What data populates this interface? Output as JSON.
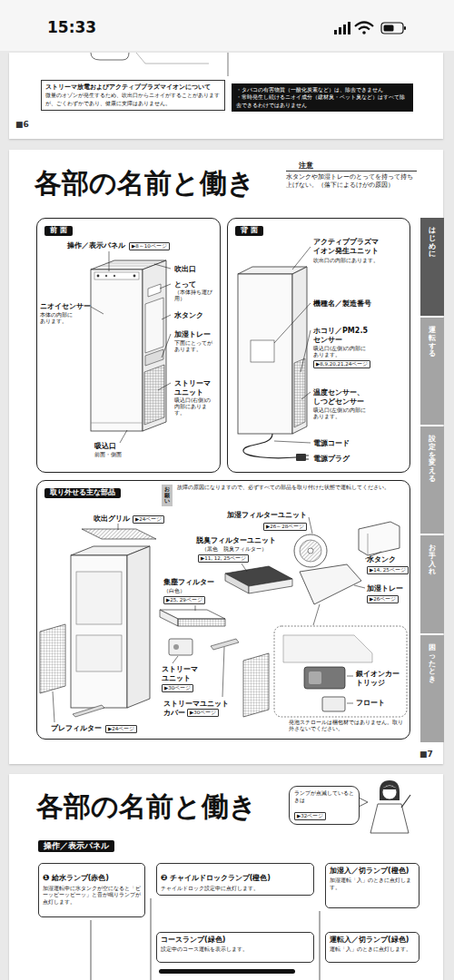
{
  "diagram": {
    "title": "各部の名前と働き",
    "nodes": [
      {
        "text": [
          "ストリーマ放電およびアクティブプラズマイオンについて",
          "微量のオゾンが発生するため、吹出口からニオイがすることがありますが、ごくわずかであり、健康に支障はありません。"
        ]
      },
      {
        "text": [
          "・タバコの有害物質（一酸化炭素など）は、除去できません",
          "・常時発生し続けるニオイ成分（建材臭・ペット臭など）はすべて除去できるわけではありません"
        ]
      },
      {
        "text": [
          "注意",
          "水タンクや加湿トレーのとってを持って持ち上げない。（落下によるけがの原因）"
        ]
      },
      {
        "text": [
          "前 面"
        ]
      },
      {
        "text": [
          "背 面"
        ]
      },
      {
        "text": [
          "取り外せる主な部品"
        ]
      },
      {
        "text": [
          "お願い",
          "故障の原因になりますので、必ずすべての部品を取り付けた状態で運転してください。"
        ],
        "in": 5
      },
      {
        "text": [
          "はじめに"
        ]
      },
      {
        "text": [
          "運転する"
        ]
      },
      {
        "text": [
          "設定を変える"
        ]
      },
      {
        "text": [
          "お手入れ"
        ]
      },
      {
        "text": [
          "困ったとき"
        ]
      },
      {
        "text": [
          "ランプが点滅しているときは",
          "▶32ページ"
        ]
      },
      {
        "text": [
          "操作／表示パネル"
        ]
      },
      {
        "text": [
          "❶",
          "給水ランプ(赤色)",
          "加湿運転中に水タンクが空になると「ピーッピーッピーッ」と音が鳴りランプが点灯します。"
        ]
      },
      {
        "text": [
          "❷",
          "チャイルドロックランプ(橙色)",
          "チャイルドロック設定中に点灯します。"
        ]
      },
      {
        "text": [
          "加湿入／切ランプ(橙色)",
          "加湿運転「入」のときに点灯します。"
        ]
      },
      {
        "text": [
          "コースランプ(緑色)",
          "設定中のコース運転を表示します。"
        ]
      },
      {
        "text": [
          "運転入／切ランプ(緑色)",
          "運転「入」のときに点灯します。"
        ]
      }
    ],
    "labels": [
      "15:33",
      "■6",
      "操作／表示パネル",
      "▶8～10ページ",
      "吹出口",
      "とって",
      "（本体持ち運び用）",
      "ニオイセンサー",
      "本体の内部にあります。",
      "水タンク",
      "加湿トレー",
      "下面にとってがあります。",
      "ストリーマユニット",
      "吸込口(右側)の内部にあります。",
      "吸込口",
      "前面・側面",
      "アクティブプラズマイオン発生ユニット",
      "吹出口の内部にあります。",
      "機種名／製造番号",
      "ホコリ／PM2.5センサー",
      "吸込口(左側)の内部にあります。",
      "▶8,9,20,21,24ページ",
      "温度センサー、しつどセンサー",
      "吸込口(左側)の内部にあります。",
      "電源コード",
      "電源プラグ",
      "吹出グリル",
      "▶24ページ",
      "加湿フィルターユニット",
      "▶26～28ページ",
      "脱臭フィルターユニット",
      "（黒色　脱臭フィルター）",
      "▶11, 12, 25ページ",
      "集塵フィルター",
      "（白色）",
      "▶25, 29ページ",
      "水タンク",
      "▶14, 25ページ",
      "加湿トレー",
      "▶26ページ",
      "ストリーマユニット",
      "▶30ページ",
      "ストリーマユニットカバー",
      "▶30ページ",
      "銀イオンカートリッジ",
      "フロート",
      "発泡スチロールは梱包材ではありません。取り外さないでください。",
      "プレフィルター",
      "▶24ページ",
      "■7",
      "各部の名前と働き"
    ]
  }
}
